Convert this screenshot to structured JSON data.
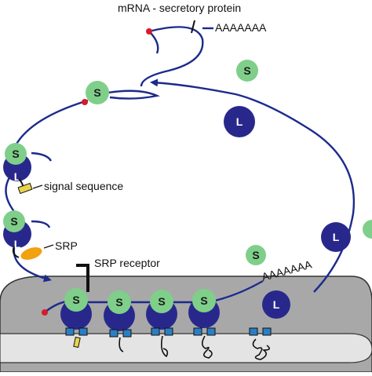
{
  "labels": {
    "mrna": "mRNA - secretory protein",
    "polya_top": "AAAAAAA",
    "polya_er": "AAAAAAA",
    "signal_sequence": "signal sequence",
    "srp": "SRP",
    "srp_receptor": "SRP receptor"
  },
  "subunits": {
    "small": "S",
    "large": "L"
  },
  "colors": {
    "mrna_line": "#1c2a8c",
    "small_subunit": "#7fcf8a",
    "large_subunit": "#28288c",
    "er_membrane": "#a8a8a8",
    "er_lumen": "#e4e4e4",
    "translocon": "#2a7fc4",
    "signal_peptide": "#e8d44a",
    "srp_particle": "#f2a10f",
    "cap_dot": "#d81a2a"
  }
}
